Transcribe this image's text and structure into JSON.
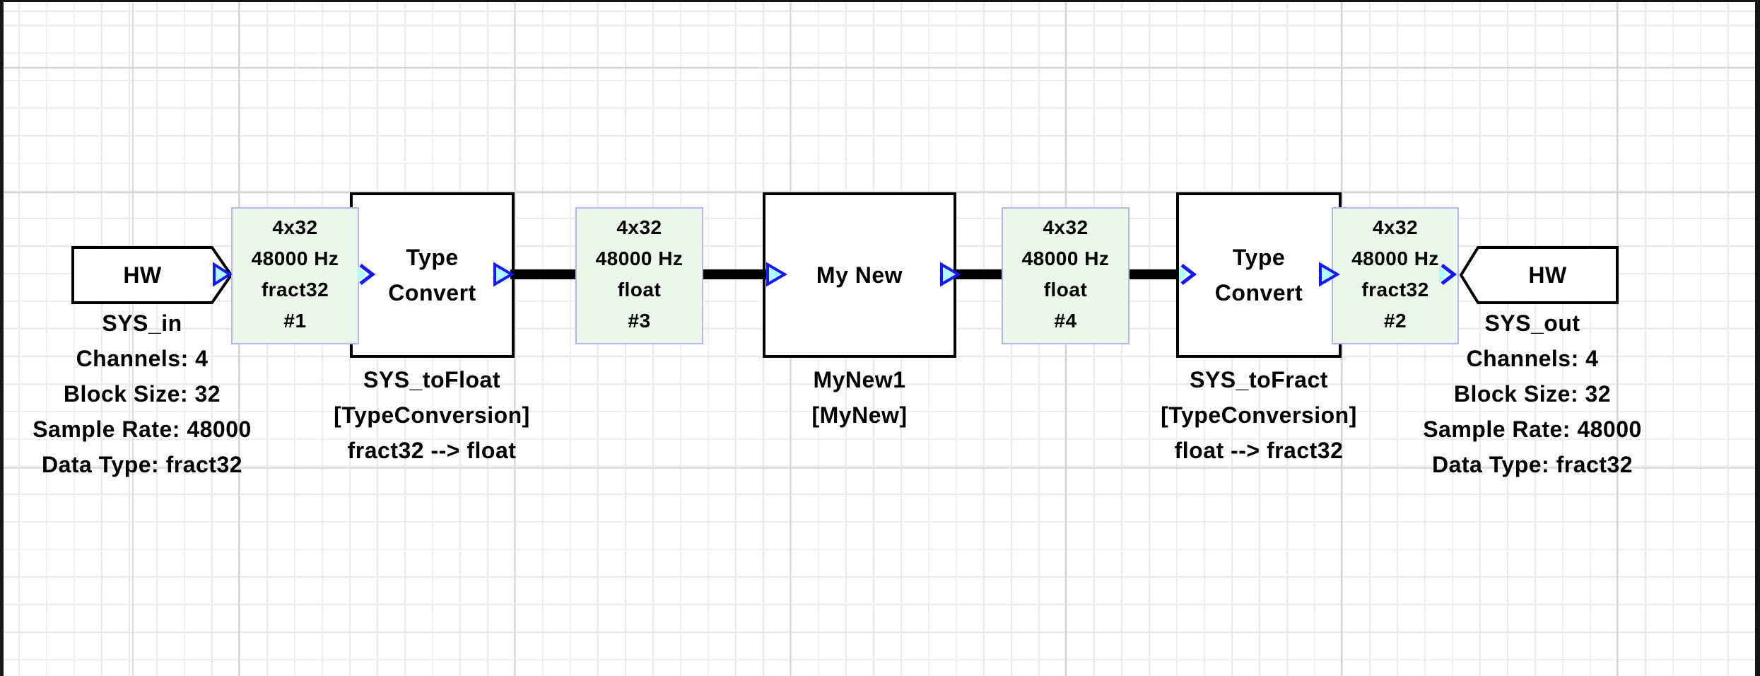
{
  "canvas": {
    "description": "signal flow layout grid"
  },
  "colors": {
    "background": "#ffffff",
    "grid_minor": "#eaeaea",
    "grid_major": "#d4d4d4",
    "block_border": "#000000",
    "block_fill": "#ffffff",
    "wire": "#000000",
    "wire_box_fill": "#ecf7ec",
    "wire_box_border": "#b2b8ee",
    "pin_fill": "#aefcfc",
    "pin_border": "#1616ff",
    "frame": "#151515",
    "text": "#000000"
  },
  "nodes": {
    "sys_in": {
      "title": "HW",
      "labels": [
        "SYS_in",
        "Channels: 4",
        "Block Size: 32",
        "Sample Rate: 48000",
        "Data Type: fract32"
      ]
    },
    "sys_toFloat": {
      "title": "Type\nConvert",
      "labels": [
        "SYS_toFloat",
        "[TypeConversion]",
        "fract32 --> float"
      ]
    },
    "myNew1": {
      "title": "My New",
      "labels": [
        "MyNew1",
        "[MyNew]"
      ]
    },
    "sys_toFract": {
      "title": "Type\nConvert",
      "labels": [
        "SYS_toFract",
        "[TypeConversion]",
        "float --> fract32"
      ]
    },
    "sys_out": {
      "title": "HW",
      "labels": [
        "SYS_out",
        "Channels: 4",
        "Block Size: 32",
        "Sample Rate: 48000",
        "Data Type: fract32"
      ]
    }
  },
  "wire_labels": {
    "w1": {
      "lines": [
        "4x32",
        "48000 Hz",
        "fract32",
        "#1"
      ]
    },
    "w3": {
      "lines": [
        "4x32",
        "48000 Hz",
        "float",
        "#3"
      ]
    },
    "w4": {
      "lines": [
        "4x32",
        "48000 Hz",
        "float",
        "#4"
      ]
    },
    "w2": {
      "lines": [
        "4x32",
        "48000 Hz",
        "fract32",
        "#2"
      ]
    }
  }
}
